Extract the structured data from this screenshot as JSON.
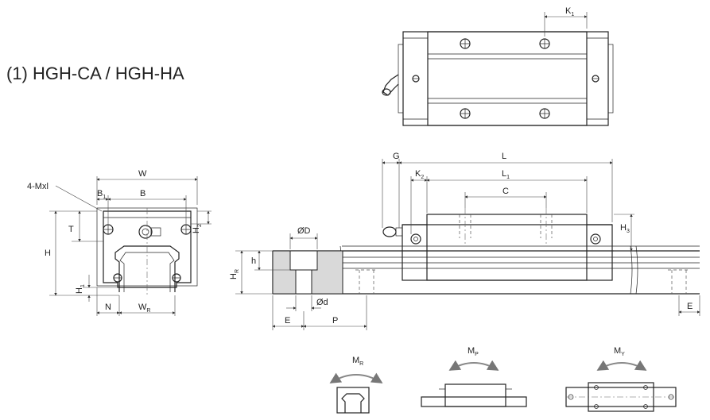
{
  "title": "(1) HGH-CA / HGH-HA",
  "labels": {
    "K1": "K",
    "K1_sub": "1",
    "G": "G",
    "L": "L",
    "K2": "K",
    "K2_sub": "2",
    "L1": "L",
    "L1_sub": "1",
    "C": "C",
    "H3": "H",
    "H3_sub": "3",
    "W": "W",
    "B1": "B",
    "B1_sub": "1",
    "B": "B",
    "M": "4-Mxl",
    "T": "T",
    "H2": "H",
    "H2_sub": "2",
    "H": "H",
    "H1": "H",
    "H1_sub": "1",
    "N": "N",
    "WR": "W",
    "WR_sub": "R",
    "OD": "ØD",
    "h": "h",
    "HR": "H",
    "HR_sub": "R",
    "Od": "Ød",
    "E_left": "E",
    "P": "P",
    "E_right": "E",
    "MR": "M",
    "MR_sub": "R",
    "MP": "M",
    "MP_sub": "P",
    "MY": "M",
    "MY_sub": "Y"
  }
}
